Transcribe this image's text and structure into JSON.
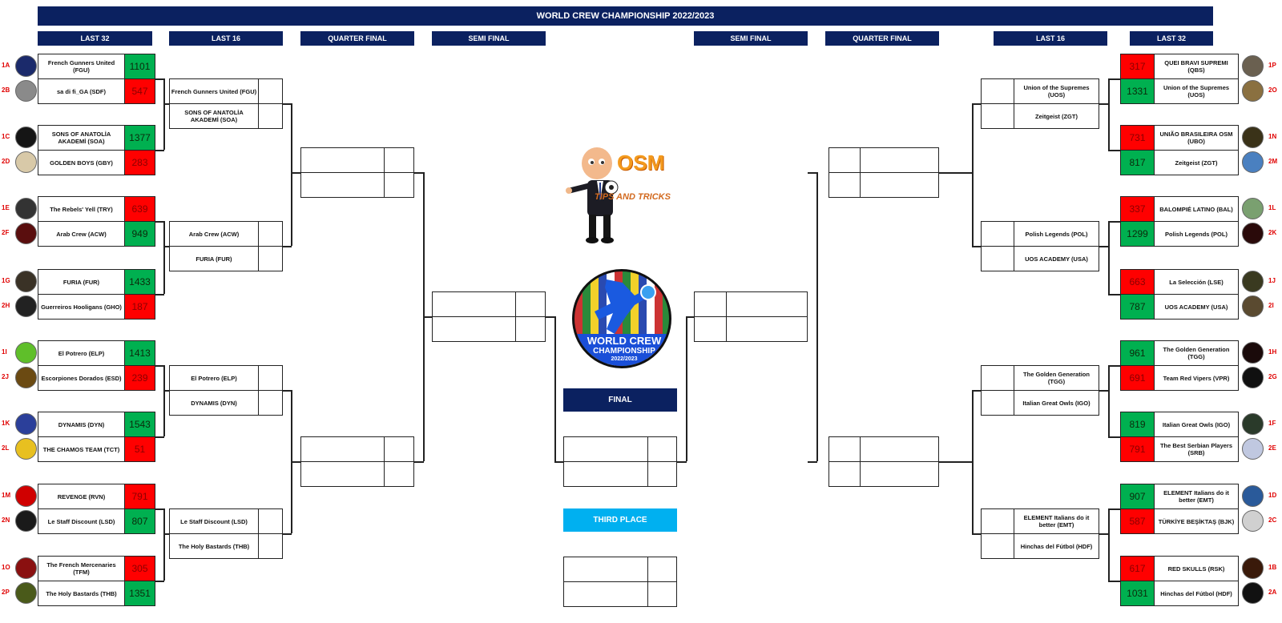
{
  "title": "WORLD CREW CHAMPIONSHIP 2022/2023",
  "rounds_left": [
    "LAST 32",
    "LAST 16",
    "QUARTER FINAL",
    "SEMI FINAL"
  ],
  "rounds_right": [
    "SEMI FINAL",
    "QUARTER FINAL",
    "LAST 16",
    "LAST 32"
  ],
  "final_label": "FINAL",
  "third_place_label": "THIRD PLACE",
  "osm_logo": {
    "brand": "OSM",
    "tagline": "TIPS AND TRICKS"
  },
  "wcc_logo": {
    "line1": "WORLD CREW",
    "line2": "CHAMPIONSHIP",
    "years": "2022/2023"
  },
  "colors": {
    "banner": "#0b2160",
    "third_place": "#00b0f0",
    "win": "#00b050",
    "loss": "#ff0000",
    "seed": "#e00000"
  },
  "left_last32": [
    {
      "seed": "1A",
      "team": "French Gunners United (FGU)",
      "score": "1101",
      "result": "win",
      "logo": "#1b2a6b"
    },
    {
      "seed": "2B",
      "team": "sa di fi_GA (SDF)",
      "score": "547",
      "result": "loss",
      "logo": "#8a8a8a"
    },
    {
      "seed": "1C",
      "team": "SONS OF ANATOLİA AKADEMİ (SOA)",
      "score": "1377",
      "result": "win",
      "logo": "#151515"
    },
    {
      "seed": "2D",
      "team": "GOLDEN BOYS (GBY)",
      "score": "283",
      "result": "loss",
      "logo": "#d8c9a8"
    },
    {
      "seed": "1E",
      "team": "The Rebels' Yell (TRY)",
      "score": "639",
      "result": "loss",
      "logo": "#333333"
    },
    {
      "seed": "2F",
      "team": "Arab Crew (ACW)",
      "score": "949",
      "result": "win",
      "logo": "#5a0e0e"
    },
    {
      "seed": "1G",
      "team": "FURIA (FUR)",
      "score": "1433",
      "result": "win",
      "logo": "#3a3226"
    },
    {
      "seed": "2H",
      "team": "Guerreiros Hooligans (GHO)",
      "score": "187",
      "result": "loss",
      "logo": "#222222"
    },
    {
      "seed": "1I",
      "team": "El Potrero (ELP)",
      "score": "1413",
      "result": "win",
      "logo": "#5fbf2a"
    },
    {
      "seed": "2J",
      "team": "Escorpiones Dorados (ESD)",
      "score": "239",
      "result": "loss",
      "logo": "#6b4a12"
    },
    {
      "seed": "1K",
      "team": "DYNAMIS (DYN)",
      "score": "1543",
      "result": "win",
      "logo": "#2b3f9a"
    },
    {
      "seed": "2L",
      "team": "THE CHAMOS TEAM (TCT)",
      "score": "51",
      "result": "loss",
      "logo": "#e8c020"
    },
    {
      "seed": "1M",
      "team": "REVENGE (RVN)",
      "score": "791",
      "result": "loss",
      "logo": "#d00000"
    },
    {
      "seed": "2N",
      "team": "Le Staff Discount (LSD)",
      "score": "807",
      "result": "win",
      "logo": "#1a1a1a"
    },
    {
      "seed": "1O",
      "team": "The French Mercenaries (TFM)",
      "score": "305",
      "result": "loss",
      "logo": "#8a1010"
    },
    {
      "seed": "2P",
      "team": "The Holy Bastards (THB)",
      "score": "1351",
      "result": "win",
      "logo": "#4a5a1a"
    }
  ],
  "left_last16": [
    "French Gunners United (FGU)",
    "SONS OF ANATOLİA AKADEMİ (SOA)",
    "Arab Crew (ACW)",
    "FURIA (FUR)",
    "El Potrero (ELP)",
    "DYNAMIS (DYN)",
    "Le Staff Discount (LSD)",
    "The Holy Bastards (THB)"
  ],
  "right_last32": [
    {
      "seed": "1P",
      "team": "QUEI BRAVI SUPREMI (QBS)",
      "score": "317",
      "result": "loss",
      "logo": "#6a6050"
    },
    {
      "seed": "2O",
      "team": "Union of the Supremes (UOS)",
      "score": "1331",
      "result": "win",
      "logo": "#8a7040"
    },
    {
      "seed": "1N",
      "team": "UNIÃO BRASILEIRA OSM (UBO)",
      "score": "731",
      "result": "loss",
      "logo": "#3a3218"
    },
    {
      "seed": "2M",
      "team": "Zeitgeist (ZGT)",
      "score": "817",
      "result": "win",
      "logo": "#4a80c0"
    },
    {
      "seed": "1L",
      "team": "BALOMPIÉ LATINO (BAL)",
      "score": "337",
      "result": "loss",
      "logo": "#7aa070"
    },
    {
      "seed": "2K",
      "team": "Polish Legends (POL)",
      "score": "1299",
      "result": "win",
      "logo": "#2a0a0a"
    },
    {
      "seed": "1J",
      "team": "La Selección (LSE)",
      "score": "663",
      "result": "loss",
      "logo": "#3a3a20"
    },
    {
      "seed": "2I",
      "team": "UOS ACADEMY (USA)",
      "score": "787",
      "result": "win",
      "logo": "#5a4a30"
    },
    {
      "seed": "1H",
      "team": "The Golden Generation (TGG)",
      "score": "961",
      "result": "win",
      "logo": "#1a0a0a"
    },
    {
      "seed": "2G",
      "team": "Team Red Vipers (VPR)",
      "score": "691",
      "result": "loss",
      "logo": "#101010"
    },
    {
      "seed": "1F",
      "team": "Italian Great Owls (IGO)",
      "score": "819",
      "result": "win",
      "logo": "#2a3a2a"
    },
    {
      "seed": "2E",
      "team": "The Best Serbian Players (SRB)",
      "score": "791",
      "result": "loss",
      "logo": "#c0c8e0"
    },
    {
      "seed": "1D",
      "team": "ELEMENT Italians do it better (EMT)",
      "score": "907",
      "result": "win",
      "logo": "#2a5a9a"
    },
    {
      "seed": "2C",
      "team": "TÜRKİYE BEŞİKTAŞ (BJK)",
      "score": "587",
      "result": "loss",
      "logo": "#d0d0d0"
    },
    {
      "seed": "1B",
      "team": "RED SKULLS (RSK)",
      "score": "617",
      "result": "loss",
      "logo": "#3a1a0a"
    },
    {
      "seed": "2A",
      "team": "Hinchas del Fútbol (HDF)",
      "score": "1031",
      "result": "win",
      "logo": "#111111"
    }
  ],
  "right_last16": [
    "Union of the Supremes (UOS)",
    "Zeitgeist (ZGT)",
    "Polish Legends (POL)",
    "UOS ACADEMY (USA)",
    "The Golden Generation (TGG)",
    "Italian Great Owls (IGO)",
    "ELEMENT Italians do it better (EMT)",
    "Hinchas del Fútbol (HDF)"
  ]
}
